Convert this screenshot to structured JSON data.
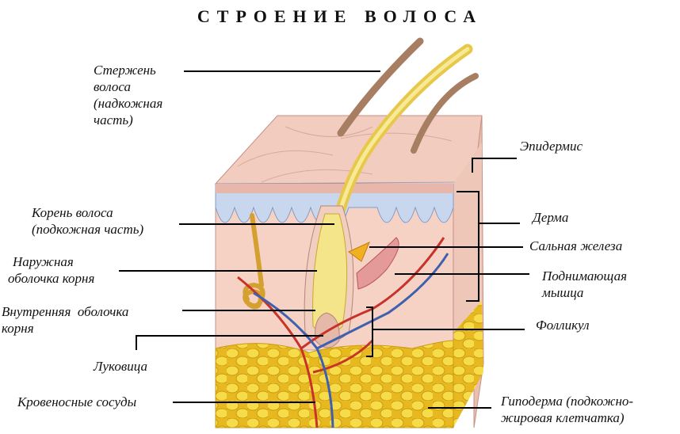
{
  "title": "СТРОЕНИЕ ВОЛОСА",
  "labels": {
    "shaft": [
      "Стержень",
      "волоса",
      "(надкожная",
      "часть)"
    ],
    "root": [
      "Корень волоса",
      "(подкожная часть)"
    ],
    "outer_sheath": [
      "Наружная",
      "оболочка корня"
    ],
    "inner_sheath": [
      "Внутренняя  оболочка",
      "корня"
    ],
    "bulb": "Луковица",
    "vessels": "Кровеносные сосуды",
    "epidermis": "Эпидермис",
    "dermis": "Дерма",
    "sebaceous": "Сальная железа",
    "muscle": [
      "Поднимающая",
      "мышца"
    ],
    "follicle": "Фолликул",
    "hypodermis": [
      "Гиподерма (подкожно-",
      "жировая клетчатка)"
    ]
  },
  "colors": {
    "skin_surface": "#f2c7b8",
    "epidermis_blue": "#9bb8dc",
    "dermis": "#f5d0c2",
    "fat": "#f2d13a",
    "hair": "#b08a6e",
    "root_yellow": "#f3e27a",
    "artery": "#c8322a",
    "vein": "#3f5fb0"
  }
}
